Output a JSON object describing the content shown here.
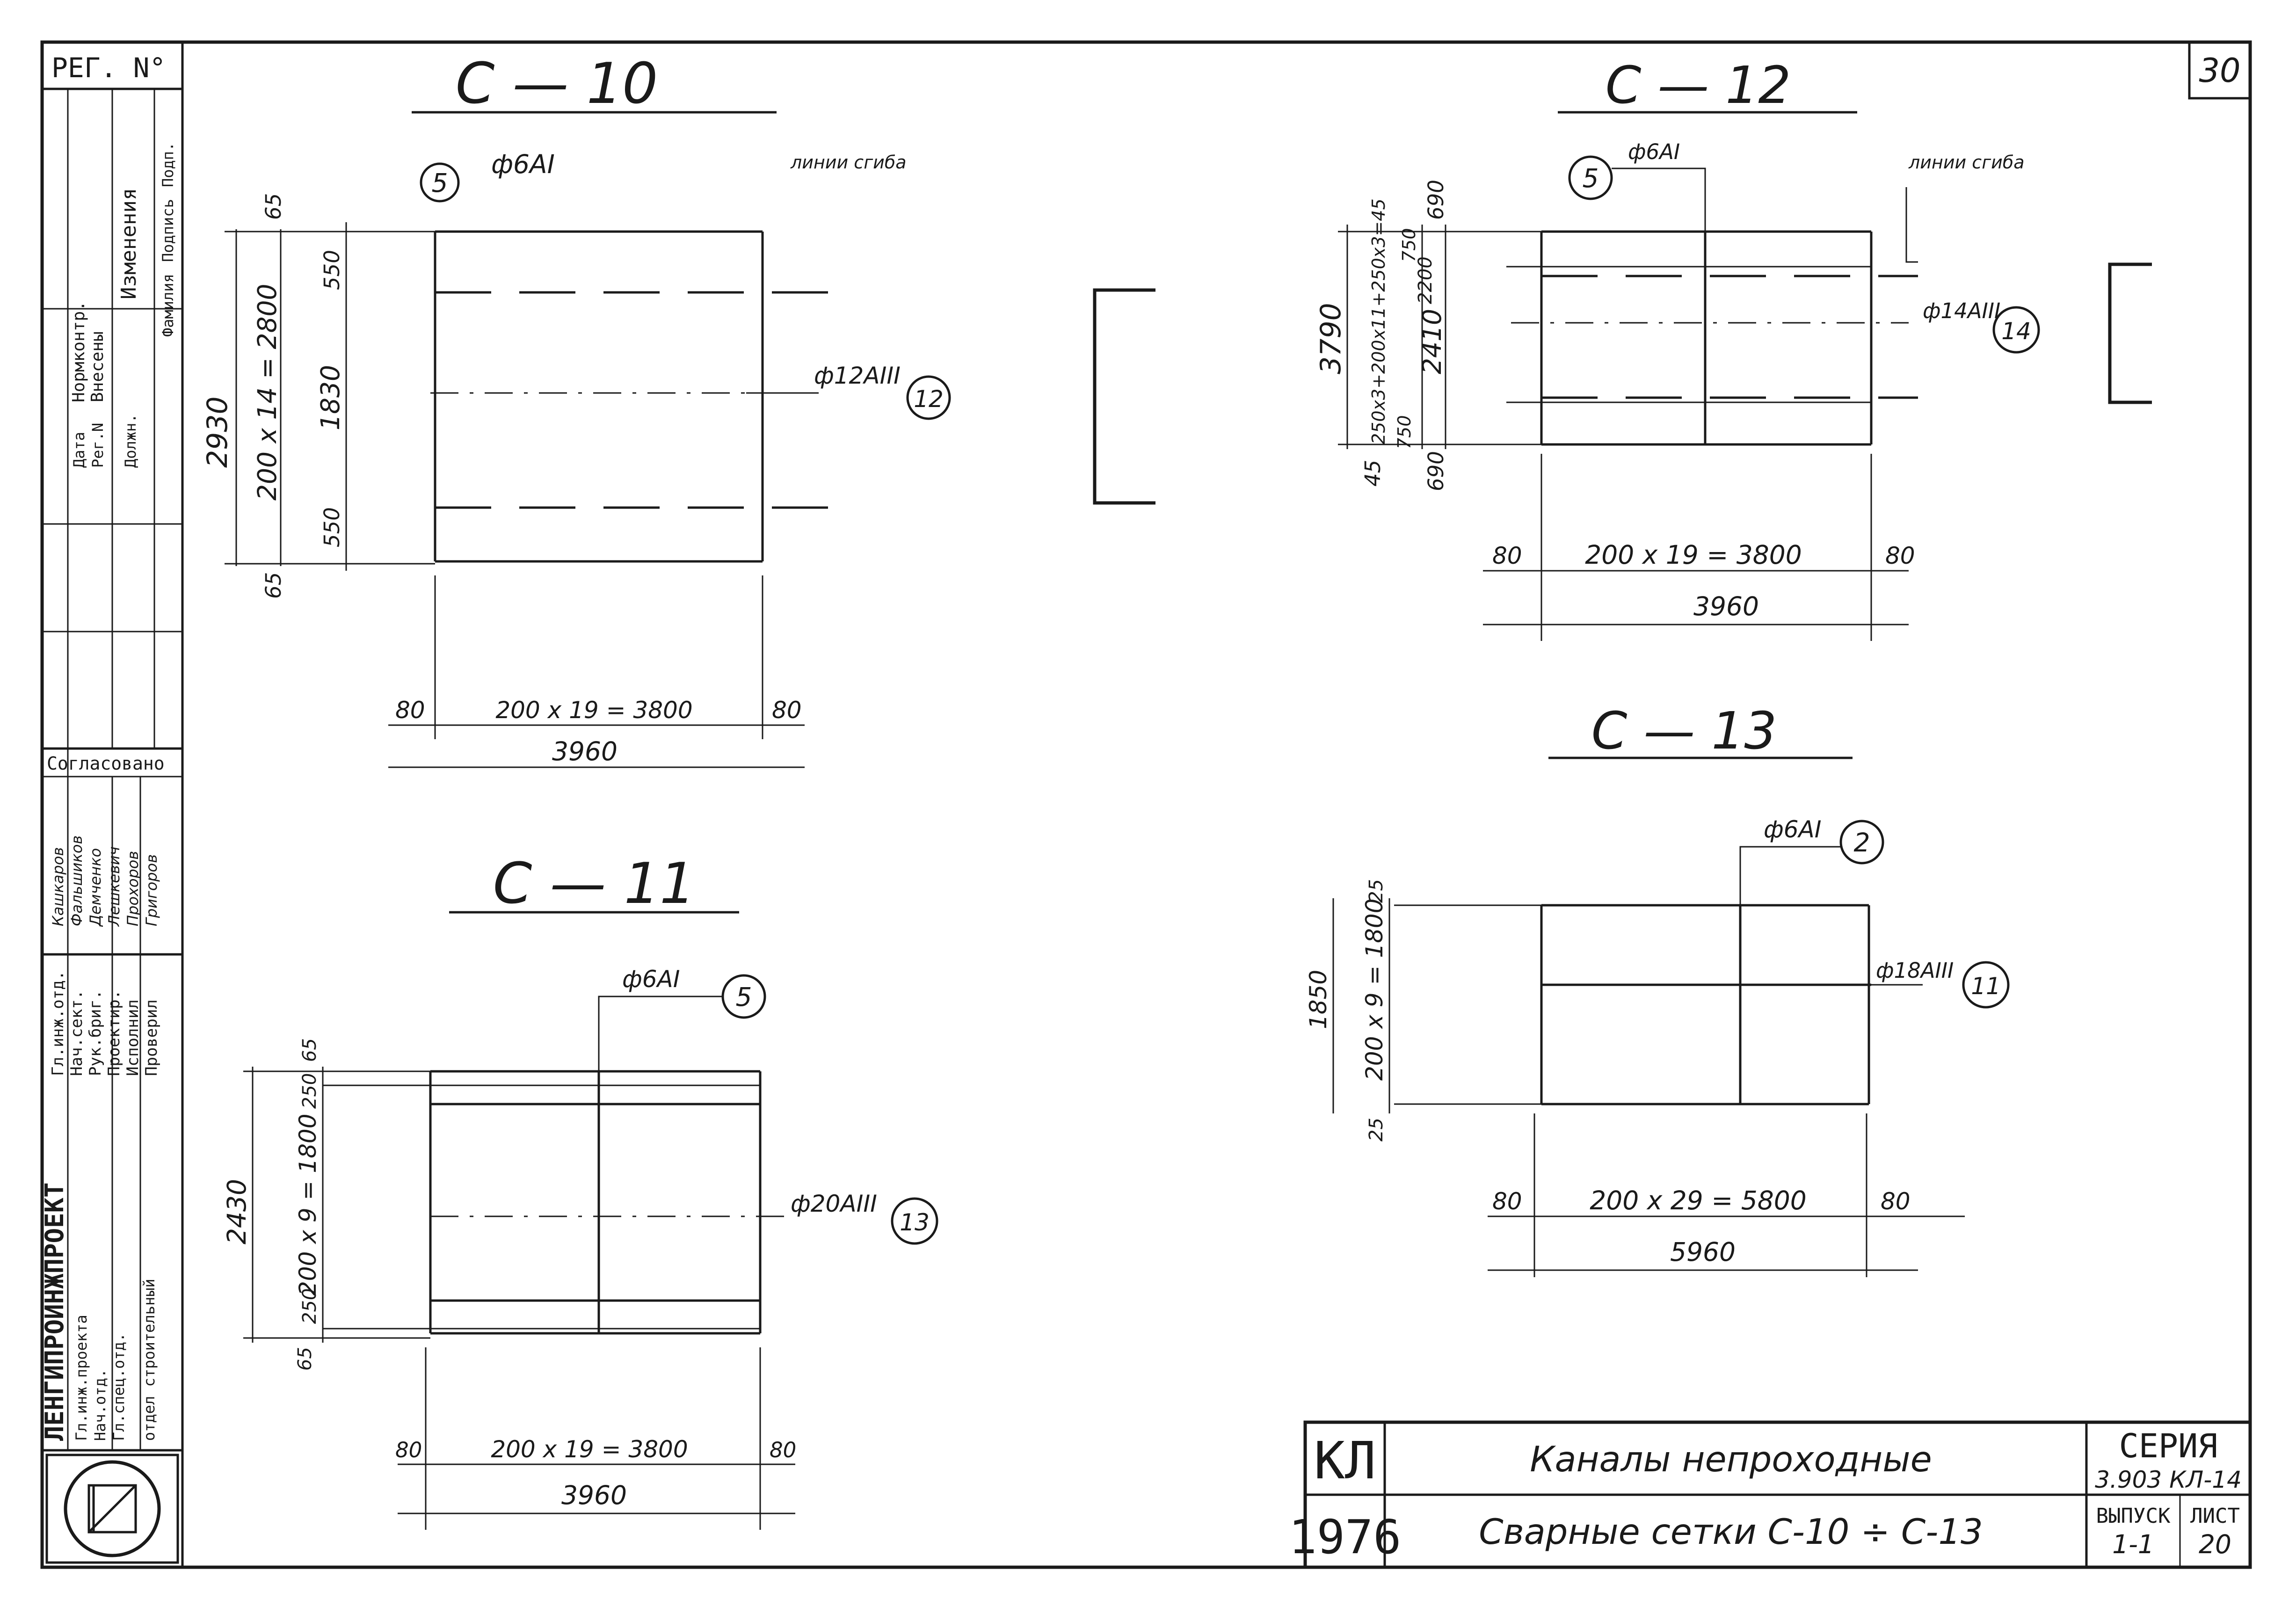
{
  "sheet": {
    "number": "30"
  },
  "side_stamp": {
    "reg_label": "РЕГ. N°",
    "changes_header": "Изменения",
    "changes_cols": [
      "Нормконтр.",
      "Внесены",
      "Дата",
      "Рег.N",
      "Подп.",
      "Должн.",
      "Подпись",
      "Фамилия"
    ],
    "agreed": "Согласовано",
    "roles": [
      "Гл.инж.отд.",
      "Нач.сект.",
      "Рук.бриг.",
      "Проектир.",
      "Исполнил",
      "Проверил"
    ],
    "names": [
      "Кашкаров",
      "Фальшиков",
      "Демченко",
      "Лешкевич",
      "Прохоров",
      "Григоров"
    ],
    "org": "ЛЕНГИПРОИНЖПРОЕКТ",
    "org_sub": [
      "Гл.инж.проекта",
      "Нач.отд.",
      "Гл.спец.отд.",
      "отдел строительный"
    ]
  },
  "drawings": {
    "c10": {
      "title": "С — 10",
      "rebar_top": "ф6АI",
      "rebar_top_mark": "5",
      "fold_note": "линии сгиба",
      "rebar_mid": "ф12АIII",
      "rebar_mid_mark": "12",
      "dim_total_v": "2930",
      "dim_step_v": "200 х 14 = 2800",
      "dim_top_edge": "65",
      "dim_top_seg": "550",
      "dim_mid_seg": "1830",
      "dim_bot_seg": "550",
      "dim_bot_edge": "65",
      "dim_left_off": "80",
      "dim_step_h": "200 х 19 = 3800",
      "dim_right_off": "80",
      "dim_total_h": "3960"
    },
    "c11": {
      "title": "С — 11",
      "rebar_top": "ф6АI",
      "rebar_top_mark": "5",
      "rebar_mid": "ф20АIII",
      "rebar_mid_mark": "13",
      "dim_total_v": "2430",
      "dim_step_v": "200 х 9 = 1800",
      "dim_top_edge": "65",
      "dim_top_seg": "250",
      "dim_bot_seg": "250",
      "dim_bot_edge": "65",
      "dim_left_off": "80",
      "dim_step_h": "200 х 19 = 3800",
      "dim_right_off": "80",
      "dim_total_h": "3960"
    },
    "c12": {
      "title": "С — 12",
      "rebar_top": "ф6АI",
      "rebar_top_mark": "5",
      "fold_note": "линии сгиба",
      "rebar_mid": "ф14АIII",
      "rebar_mid_mark": "14",
      "dim_total_v": "3790",
      "dim_step_v": "250х3+200х11+250х3=45",
      "dim_top_edge": "690",
      "dim_seg_a": "750",
      "dim_seg_b": "2200",
      "dim_seg_c": "2410",
      "dim_seg_d": "750",
      "dim_bot_edge": "690",
      "dim_corner": "45",
      "dim_left_off": "80",
      "dim_step_h": "200 х 19 = 3800",
      "dim_right_off": "80",
      "dim_total_h": "3960"
    },
    "c13": {
      "title": "С — 13",
      "rebar_top": "ф6АI",
      "rebar_top_mark": "2",
      "rebar_mid": "ф18АIII",
      "rebar_mid_mark": "11",
      "dim_total_v": "1850",
      "dim_step_v": "200 х 9 = 1800",
      "dim_top_edge": "25",
      "dim_bot_edge": "25",
      "dim_left_off": "80",
      "dim_step_h": "200 х 29 = 5800",
      "dim_right_off": "80",
      "dim_total_h": "5960"
    }
  },
  "title_block": {
    "code": "КЛ",
    "year": "1976",
    "title_line1": "Каналы непроходные",
    "title_line2": "Сварные сетки С-10 ÷ С-13",
    "series_label": "СЕРИЯ",
    "series_value": "3.903 КЛ-14",
    "issue_label": "ВЫПУСК",
    "issue_value": "1-1",
    "sheet_label": "ЛИСТ",
    "sheet_value": "20"
  }
}
